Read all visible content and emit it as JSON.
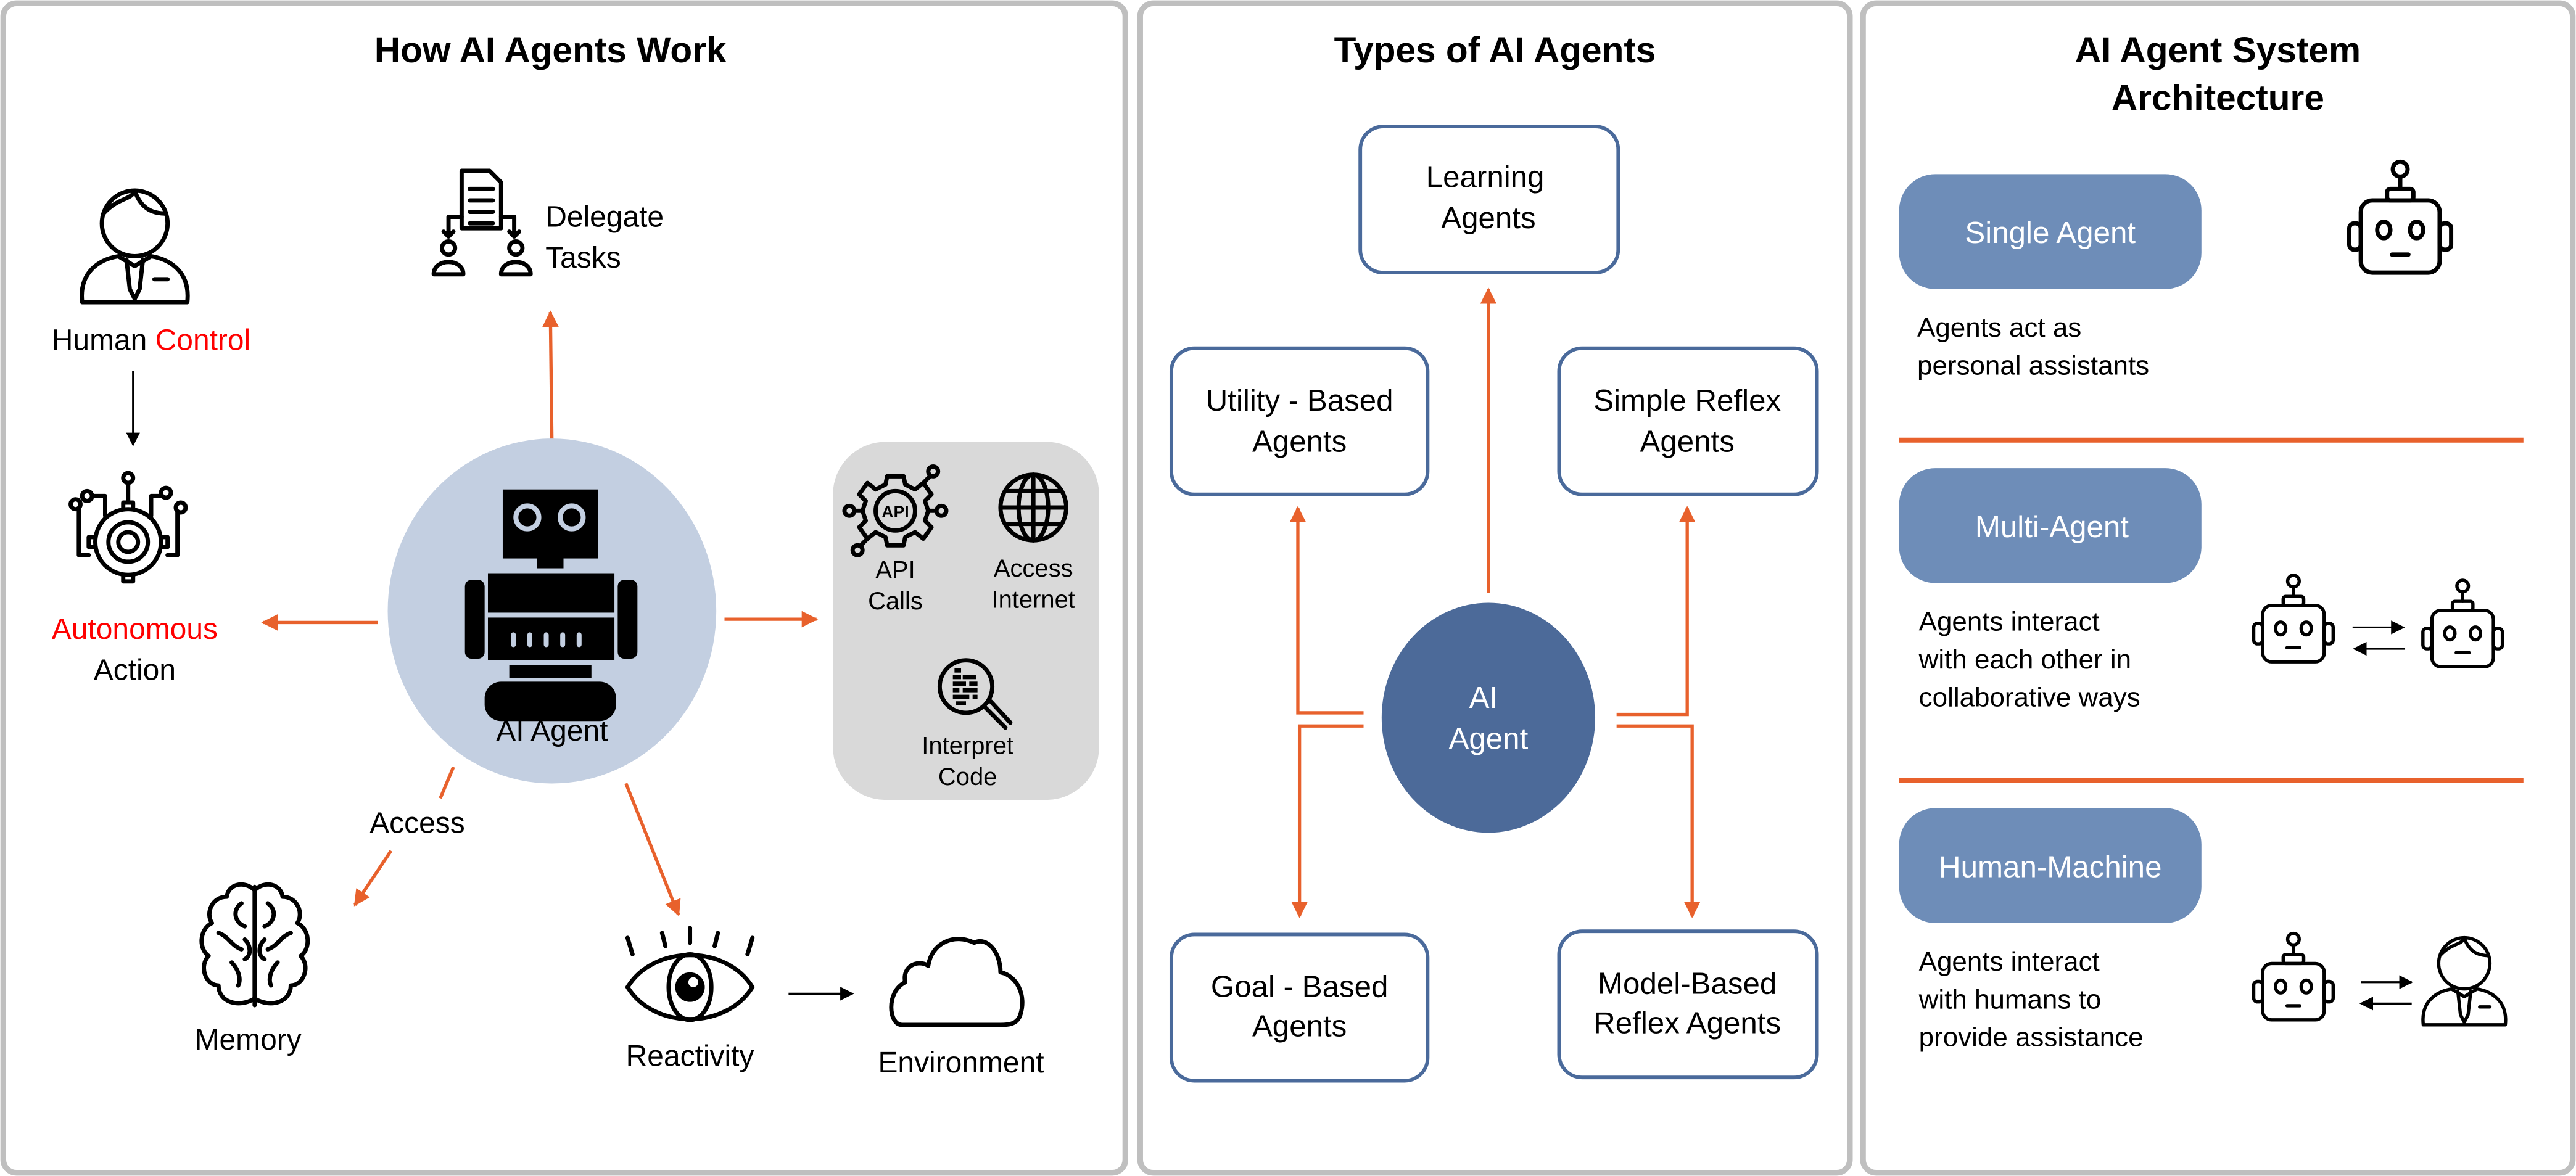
{
  "colors": {
    "accent_orange": "#E8612C",
    "highlight_red": "#FF0000",
    "panel_border": "#BFBFBF",
    "agent_circle_light": "#C3CFE1",
    "agent_circle_dark": "#4C6A99",
    "type_box_border": "#4A6A9B",
    "arch_box_fill": "#6E8DB8",
    "tools_box_fill": "#D9D9D9"
  },
  "panels": {
    "how_it_works": {
      "title": "How AI Agents Work",
      "center": {
        "label": "AI Agent",
        "icon": "robot-icon"
      },
      "human_control": {
        "label_part1": "Human ",
        "label_part2": "Control",
        "icon": "person-icon"
      },
      "autonomous_action": {
        "label_line1": "Autonomous",
        "label_line2": "Action",
        "icon": "gear-circuit-icon"
      },
      "delegate_tasks": {
        "label_line1": "Delegate",
        "label_line2": "Tasks",
        "icon": "delegate-document-icon"
      },
      "tools": [
        {
          "label_line1": "API",
          "label_line2": "Calls",
          "icon": "api-gear-icon"
        },
        {
          "label_line1": "Access",
          "label_line2": "Internet",
          "icon": "globe-icon"
        },
        {
          "label_line1": "Interpret",
          "label_line2": "Code",
          "icon": "code-magnifier-icon"
        }
      ],
      "access_label": "Access",
      "memory": {
        "label": "Memory",
        "icon": "brain-icon"
      },
      "reactivity": {
        "label": "Reactivity",
        "icon": "eye-icon"
      },
      "environment": {
        "label": "Environment",
        "icon": "cloud-icon"
      }
    },
    "types": {
      "title": "Types of AI Agents",
      "center": {
        "label_line1": "AI",
        "label_line2": "Agent"
      },
      "agents": [
        {
          "id": "learning",
          "line1": "Learning",
          "line2": "Agents"
        },
        {
          "id": "utility",
          "line1": "Utility - Based",
          "line2": "Agents"
        },
        {
          "id": "simple-reflex",
          "line1": "Simple Reflex",
          "line2": "Agents"
        },
        {
          "id": "goal",
          "line1": "Goal - Based",
          "line2": "Agents"
        },
        {
          "id": "model-reflex",
          "line1": "Model-Based",
          "line2": "Reflex Agents"
        }
      ]
    },
    "architecture": {
      "title_line1": "AI Agent System",
      "title_line2": "Architecture",
      "sections": [
        {
          "label": "Single Agent",
          "desc": [
            "Agents act as",
            "personal assistants"
          ],
          "icon": "robot-head-icon"
        },
        {
          "label": "Multi-Agent",
          "desc": [
            "Agents interact",
            "with each other in",
            "collaborative ways"
          ],
          "icon": "robot-to-robot-icon"
        },
        {
          "label": "Human-Machine",
          "desc": [
            "Agents interact",
            "with humans to",
            "provide assistance"
          ],
          "icon": "robot-to-human-icon"
        }
      ]
    }
  }
}
